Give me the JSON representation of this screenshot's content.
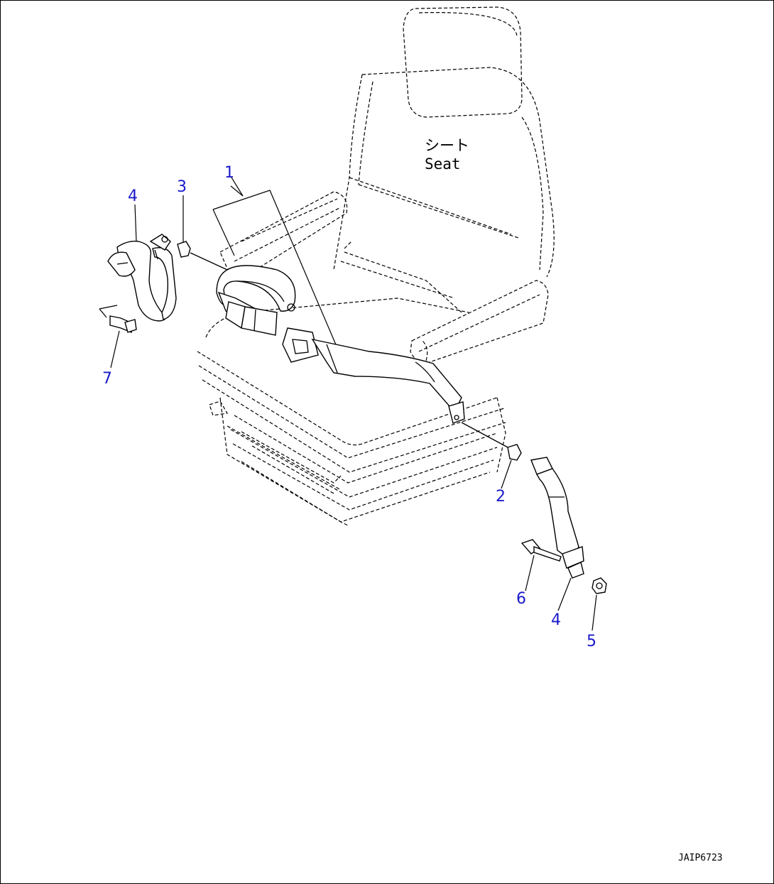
{
  "seat_label": {
    "japanese": "シート",
    "english": "Seat"
  },
  "callouts": [
    {
      "id": "callout-1",
      "label": "1",
      "part": "seat belt assembly"
    },
    {
      "id": "callout-2",
      "label": "2",
      "part": "collar"
    },
    {
      "id": "callout-3",
      "label": "3",
      "part": "collar"
    },
    {
      "id": "callout-4-left",
      "label": "4",
      "part": "anchor strap"
    },
    {
      "id": "callout-4-right",
      "label": "4",
      "part": "anchor strap"
    },
    {
      "id": "callout-5",
      "label": "5",
      "part": "nut"
    },
    {
      "id": "callout-6",
      "label": "6",
      "part": "bolt"
    },
    {
      "id": "callout-7",
      "label": "7",
      "part": "bolt"
    }
  ],
  "drawing_code": "JAIP6723",
  "colors": {
    "callout": "#1a1acc",
    "line": "#000000",
    "background": "#ffffff"
  }
}
